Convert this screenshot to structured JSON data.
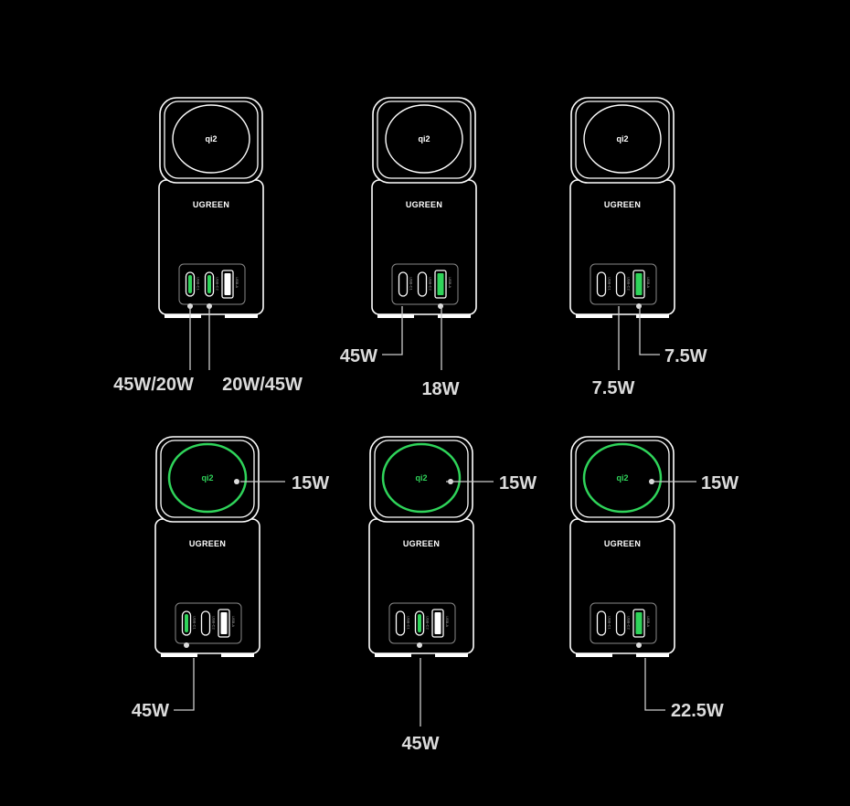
{
  "colors": {
    "active": "#2fd45a",
    "outline": "#ffffff",
    "background": "#000000"
  },
  "brand": "UGREEN",
  "qi_logo": "qi2",
  "port_labels": [
    "USB-C1",
    "USB-C2",
    "USB-A"
  ],
  "configs": [
    {
      "qi_active": false,
      "ports_active": [
        true,
        true,
        false
      ],
      "outputs": [
        "45W/20W",
        "20W/45W"
      ]
    },
    {
      "qi_active": false,
      "ports_active": [
        false,
        false,
        true
      ],
      "outputs": [
        "45W",
        "18W"
      ]
    },
    {
      "qi_active": false,
      "ports_active": [
        false,
        false,
        true
      ],
      "outputs": [
        "7.5W",
        "7.5W"
      ]
    },
    {
      "qi_active": true,
      "ports_active": [
        true,
        false,
        false
      ],
      "outputs": [
        "15W",
        "45W"
      ]
    },
    {
      "qi_active": true,
      "ports_active": [
        false,
        true,
        false
      ],
      "outputs": [
        "15W",
        "45W"
      ]
    },
    {
      "qi_active": true,
      "ports_active": [
        false,
        false,
        true
      ],
      "outputs": [
        "15W",
        "22.5W"
      ]
    }
  ]
}
